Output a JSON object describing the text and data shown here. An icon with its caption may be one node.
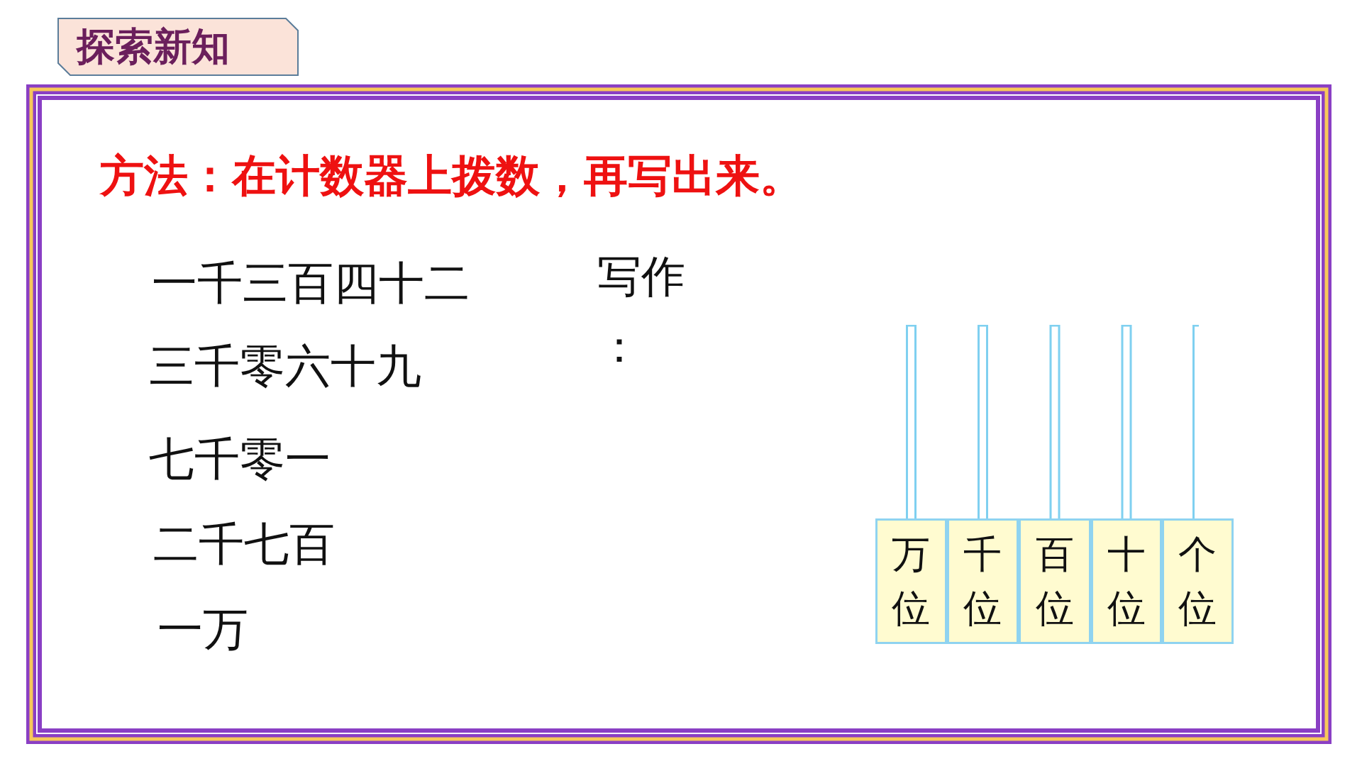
{
  "diagram": {
    "title": "探索新知",
    "nodes": [
      {
        "text": [
          "万位"
        ]
      },
      {
        "text": [
          "千位"
        ]
      },
      {
        "text": [
          "百位"
        ]
      },
      {
        "text": [
          "十位"
        ]
      },
      {
        "text": [
          "个位"
        ]
      }
    ],
    "labels": [
      "方法：在计数器上拨数，再写出来。",
      "一千三百四十二",
      "写作：",
      "三千零六十九",
      "七千零一",
      "二千七百",
      "一万"
    ]
  }
}
